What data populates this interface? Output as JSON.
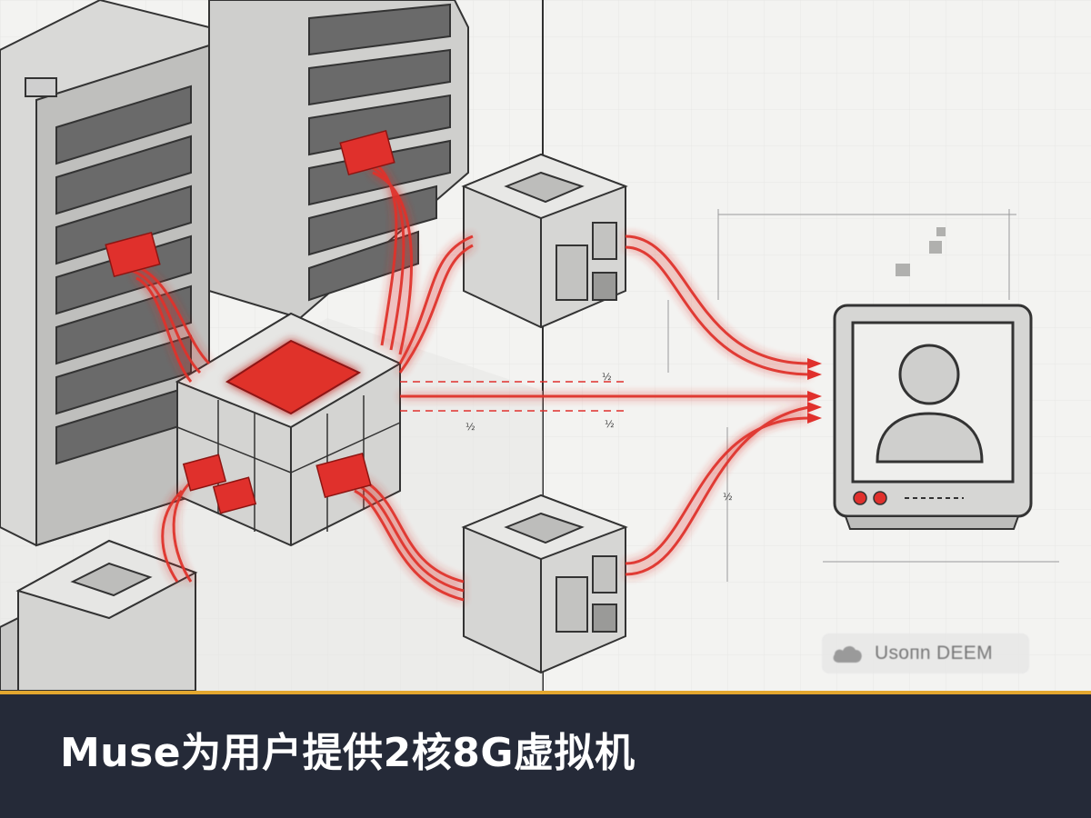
{
  "caption": {
    "text": "Muse为用户提供2核8G虚拟机"
  },
  "watermark": {
    "text": "Usопn DEEM",
    "icon": "cloud-icon"
  },
  "diagram_labels": {
    "label_1": "½",
    "label_2": "½",
    "label_3": "½",
    "label_4": "½"
  },
  "colors": {
    "accent_red": "#e0302c",
    "caption_bg": "#252a38",
    "caption_border": "#e3a72f",
    "sketch_gray": "#5b5b5b"
  }
}
